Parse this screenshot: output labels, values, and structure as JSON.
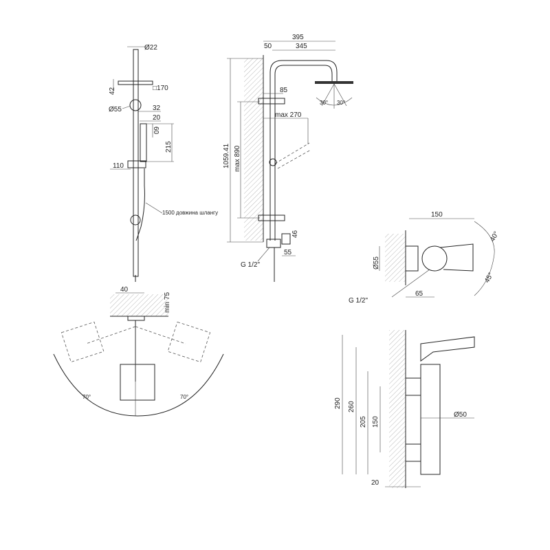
{
  "front_view": {
    "pipe_diameter": "Ø22",
    "head_height": "42",
    "head_size": "□170",
    "holder_diameter": "Ø55",
    "handshower_offset": "32",
    "handshower_width": "20",
    "handshower_top": "60",
    "handshower_length": "215",
    "bracket_depth": "110",
    "hose_length": "1500 довжина шлангу"
  },
  "side_view": {
    "total_reach": "395",
    "wall_offset": "50",
    "arm_reach": "345",
    "bracket_depth": "85",
    "max_reach": "max 270",
    "total_height": "1059.41",
    "max_height": "max 890",
    "outlet_height": "46",
    "outlet_depth": "55",
    "thread": "G 1/2\"",
    "spray_angle_left": "30°",
    "spray_angle_right": "30°"
  },
  "top_view": {
    "spacing": "40",
    "min_depth": "min 75",
    "angle_left": "70°",
    "angle_right": "70°"
  },
  "mixer_top": {
    "length": "150",
    "angle_up": "40°",
    "angle_down": "45°",
    "diameter": "Ø55",
    "thread": "G 1/2\"",
    "offset": "65"
  },
  "mixer_side": {
    "total_height": "290",
    "height_260": "260",
    "height_205": "205",
    "spacing": "150",
    "body_diameter": "Ø50",
    "wall_gap": "20"
  }
}
